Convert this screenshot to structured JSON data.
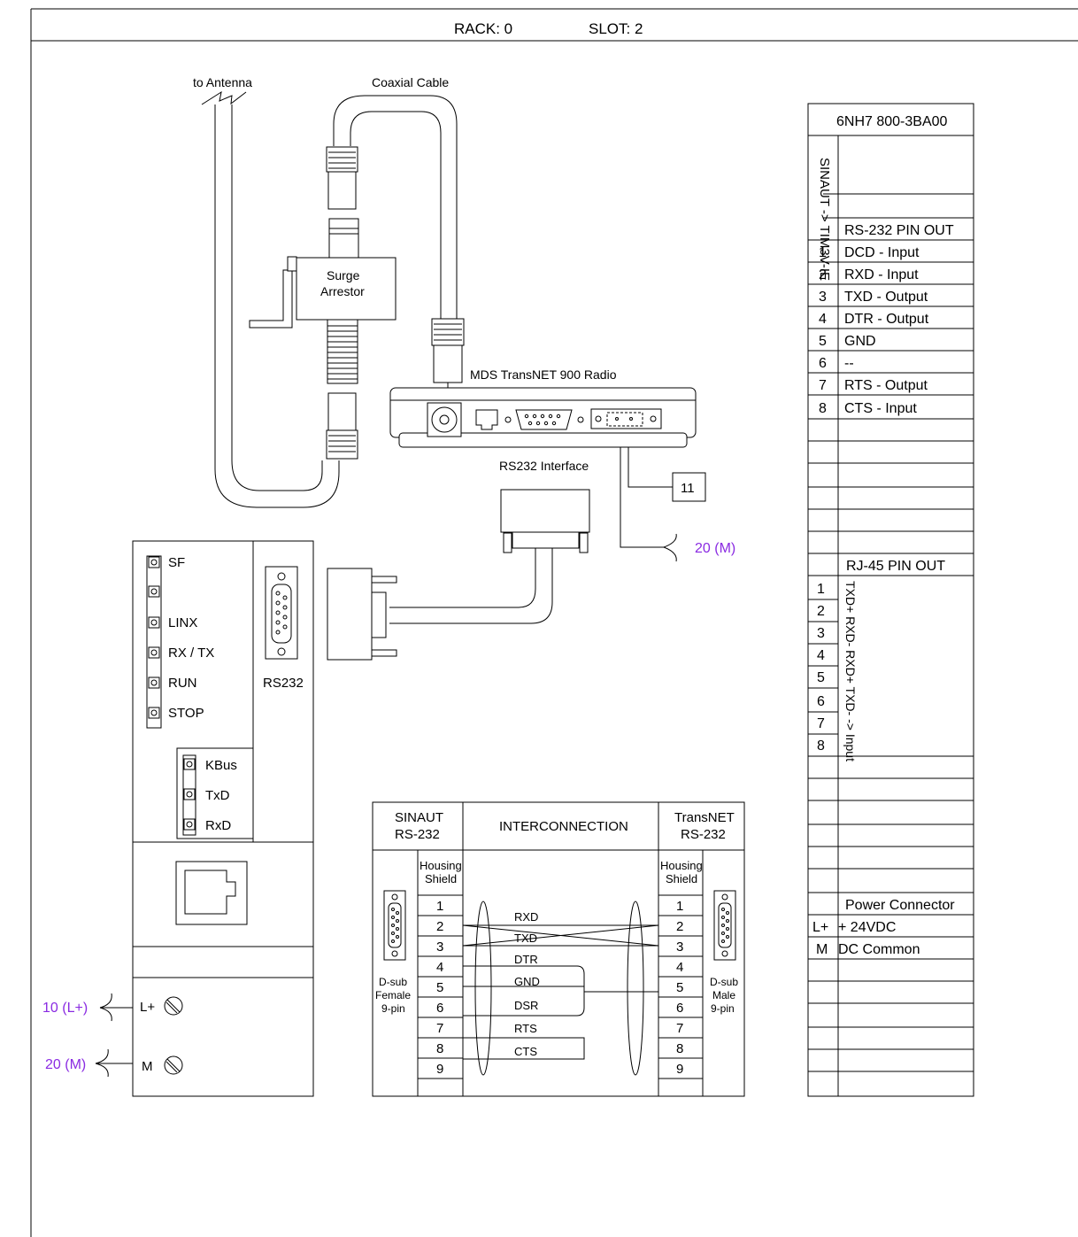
{
  "header": {
    "rack": "RACK: 0",
    "slot": "SLOT: 2"
  },
  "antenna": {
    "to_antenna": "to Antenna",
    "coax_label": "Coaxial Cable",
    "surge_line1": "Surge",
    "surge_line2": "Arrestor"
  },
  "radio": {
    "label": "MDS TransNET 900 Radio",
    "rs232_interface": "RS232 Interface",
    "ref_box": "11",
    "ground_ref": "20 (M)"
  },
  "plc": {
    "leds": [
      "SF",
      "",
      "LINX",
      "RX / TX",
      "RUN",
      "STOP"
    ],
    "port_label": "RS232",
    "bus_leds": [
      "KBus",
      "TxD",
      "RxD"
    ],
    "power_terminals": [
      {
        "label": "L+",
        "ref": "10 (L+)"
      },
      {
        "label": "M",
        "ref": "20 (M)"
      }
    ]
  },
  "interconnect": {
    "left_header1": "SINAUT",
    "left_header2": "RS-232",
    "mid_header": "INTERCONNECTION",
    "right_header1": "TransNET",
    "right_header2": "RS-232",
    "housing1": "Housing",
    "housing2": "Shield",
    "pins": [
      "1",
      "2",
      "3",
      "4",
      "5",
      "6",
      "7",
      "8",
      "9"
    ],
    "signals": [
      "RXD",
      "TXD",
      "DTR",
      "GND",
      "DSR",
      "RTS",
      "CTS"
    ],
    "left_connector": [
      "D-sub",
      "Female",
      "9-pin"
    ],
    "right_connector": [
      "D-sub",
      "Male",
      "9-pin"
    ]
  },
  "pinout": {
    "part_number": "6NH7 800-3BA00",
    "vertical_title": "SINAUT -> TIM3V-IE",
    "rs232_title": "RS-232 PIN OUT",
    "rs232_rows": [
      {
        "pin": "1",
        "signal": "DCD - Input"
      },
      {
        "pin": "2",
        "signal": "RXD - Input"
      },
      {
        "pin": "3",
        "signal": "TXD - Output"
      },
      {
        "pin": "4",
        "signal": "DTR - Output"
      },
      {
        "pin": "5",
        "signal": "GND"
      },
      {
        "pin": "6",
        "signal": "--"
      },
      {
        "pin": "7",
        "signal": "RTS - Output"
      },
      {
        "pin": "8",
        "signal": "CTS - Input"
      }
    ],
    "rj45_title": "RJ-45 PIN OUT",
    "rj45_pins": [
      "1",
      "2",
      "3",
      "4",
      "5",
      "6",
      "7",
      "8"
    ],
    "rj45_vertical": "TXD+ RXD- RXD+ TXD- -> Input",
    "power_title": "Power Connector",
    "power_rows": [
      {
        "pin": "L+",
        "signal": "+ 24VDC"
      },
      {
        "pin": "M",
        "signal": "DC Common"
      }
    ]
  },
  "colors": {
    "reference_text": "#8a2be2",
    "lines": "#000000"
  }
}
